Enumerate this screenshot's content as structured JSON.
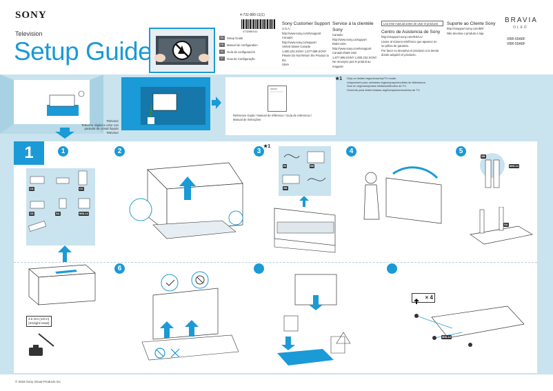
{
  "header": {
    "brand": "SONY",
    "category": "Television",
    "title": "Setup Guide",
    "model_code": "4-732-880-11(1)",
    "barcode_number": "4732880111",
    "brand_right": "BRAVIA",
    "brand_sub": "OLED",
    "models": [
      "XBR-65A8F",
      "XBR-55A8F"
    ]
  },
  "languages": [
    {
      "code": "EN",
      "label": "Setup Guide"
    },
    {
      "code": "FR",
      "label": "Manuel de configuration"
    },
    {
      "code": "ES",
      "label": "Guía de configuración"
    },
    {
      "code": "PT",
      "label": "Guia de Configuração"
    }
  ],
  "support": {
    "en": {
      "heading": "Sony Customer Support",
      "lines": [
        "U.S.A.:",
        "http://www.sony.com/tvsupport",
        "Canada:",
        "http://www.sony.ca/support",
        "United States     Canada",
        "1.800.222.SONY   1.877.899.SONY",
        "Please Do Not Return the Product to the",
        "Store"
      ]
    },
    "fr": {
      "heading": "Service à la clientèle Sony",
      "lines": [
        "Canada:",
        "http://www.sony.ca/support",
        "États-Unis:",
        "http://www.sony.com/tvsupport",
        "Canada     États-Unis",
        "1.877.899.SONY   1.800.222.SONY",
        "Ne renvoyez pas le produit au magasin"
      ]
    },
    "es_warning": "Lea este manual antes de usar el producto",
    "es": {
      "heading": "Centro de Asistencia de Sony",
      "lines": [
        "http://esupport.sony.com/ES/LA/",
        "Llame al número telefónico que aparece en",
        "su póliza de garantía.",
        "Por favor no devuelva el producto a la tienda",
        "donde adquirió el producto."
      ]
    },
    "pt": {
      "heading": "Suporte ao Cliente Sony",
      "lines": [
        "http://esupport.sony.com/BR/",
        "Não devolva o produto à loja"
      ]
    }
  },
  "intro": {
    "tv_captions": [
      "Televisor",
      "Televisor digital a color con",
      "pantalla de cristal líquido",
      "Televisor"
    ],
    "reference_text": [
      "Reference Guide / Manuel de référence / Guía de referencia /",
      "Manual de Instruções"
    ],
    "star_mark": "★1",
    "star_notes": [
      "Only on limited region/country/TV model.",
      "Uniquement pour certaines régions/pays/modèles de téléviseurs.",
      "Solo en regiones/países limitados/Modelo de TV.",
      "Somente para determinadas regiões/países/modelos de TV."
    ]
  },
  "step": {
    "number": "1",
    "substeps": [
      "1",
      "2",
      "3",
      "4",
      "5",
      "6"
    ],
    "parts_tags": [
      "CA",
      "CC",
      "CD",
      "SA",
      "MSL14"
    ],
    "accessory_tags": [
      "BI",
      "BII",
      "SB"
    ],
    "screwdriver_caption": [
      "3.5 mm (1/8 in)",
      "(Straight Head)"
    ],
    "step5_tags": [
      "SB",
      "MSL14",
      "SA"
    ],
    "screw_count": "× 4",
    "screw_tag": "MSL14"
  },
  "footer": {
    "copyright": "© 2018 Sony Visual Products Inc."
  },
  "colors": {
    "accent": "#1a9ad6",
    "band": "#c9e3ef"
  }
}
